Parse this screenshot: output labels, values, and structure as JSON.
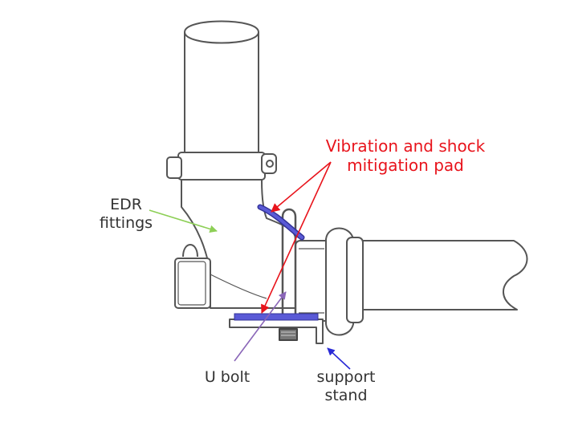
{
  "labels": {
    "vibration_pad": {
      "line1": "Vibration and shock",
      "line2": "mitigation pad"
    },
    "edr_fittings": {
      "line1": "EDR",
      "line2": "fittings"
    },
    "u_bolt": {
      "text": "U bolt"
    },
    "support_stand": {
      "line1": "support",
      "line2": "stand"
    }
  },
  "colors": {
    "vibration_pad": "#e8141c",
    "edr_fittings": "#8dcf56",
    "u_bolt": "#8a66b8",
    "support_stand": "#2a2ad6",
    "pad_fill": "#5a5ad6",
    "outline": "#555555",
    "text": "#333333"
  }
}
